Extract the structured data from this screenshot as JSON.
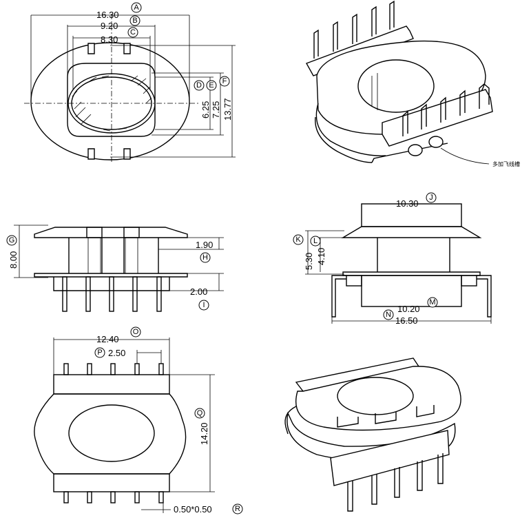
{
  "dimensions": {
    "A": {
      "value": "16.30",
      "letter": "A"
    },
    "B": {
      "value": "9.20",
      "letter": "B"
    },
    "C": {
      "value": "8.30",
      "letter": "C"
    },
    "D": {
      "value": "6.25",
      "letter": "D"
    },
    "E": {
      "value": "7.25",
      "letter": "E"
    },
    "F": {
      "value": "13.77",
      "letter": "F"
    },
    "G": {
      "value": "8.00",
      "letter": "G"
    },
    "H": {
      "value": "1.90",
      "letter": "H"
    },
    "I": {
      "value": "2.00",
      "letter": "I"
    },
    "J": {
      "value": "10.30",
      "letter": "J"
    },
    "K": {
      "value": "5.30",
      "letter": "K"
    },
    "L": {
      "value": "4.10",
      "letter": "L"
    },
    "M": {
      "value": "10.20",
      "letter": "M"
    },
    "N": {
      "value": "16.50",
      "letter": "N"
    },
    "O": {
      "value": "12.40",
      "letter": "O"
    },
    "P": {
      "value": "2.50",
      "letter": "P"
    },
    "Q": {
      "value": "14.20",
      "letter": "Q"
    },
    "R": {
      "value": "0.50*0.50",
      "letter": "R"
    }
  },
  "annotation": "多加飞线槽"
}
